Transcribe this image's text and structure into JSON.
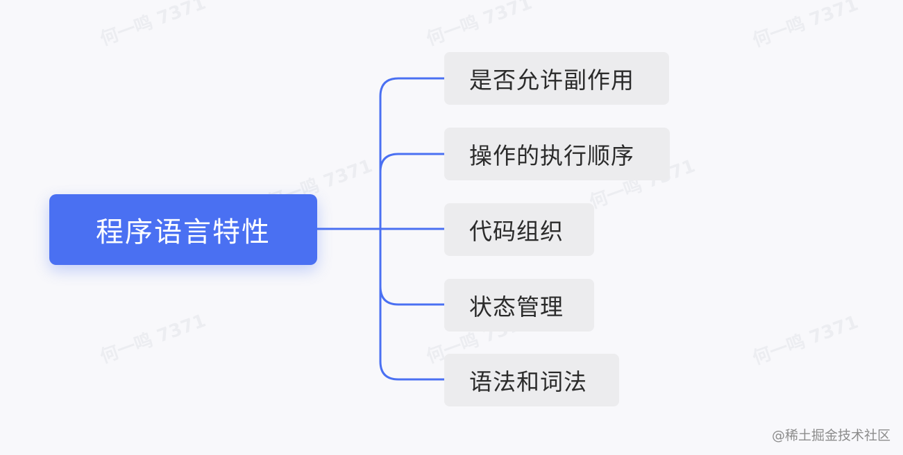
{
  "watermark_text": "何一鸣 7371",
  "root": {
    "label": "程序语言特性"
  },
  "children": [
    {
      "label": "是否允许副作用"
    },
    {
      "label": "操作的执行顺序"
    },
    {
      "label": "代码组织"
    },
    {
      "label": "状态管理"
    },
    {
      "label": "语法和词法"
    }
  ],
  "footer": {
    "credit": "@稀土掘金技术社区"
  },
  "colors": {
    "background": "#f8f8fb",
    "root_fill": "#4a70f2",
    "child_fill": "#ececee",
    "connector": "#4a70f2"
  }
}
